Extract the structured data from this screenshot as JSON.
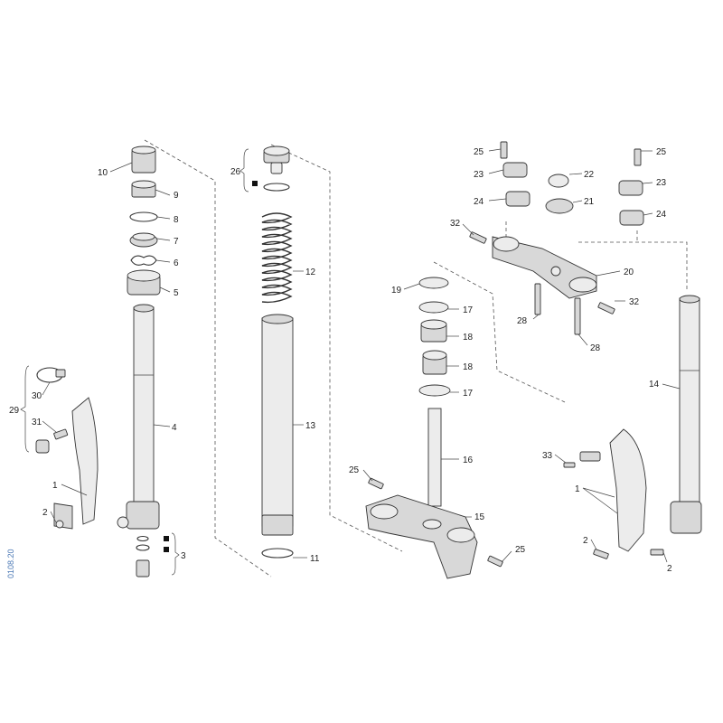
{
  "diagram": {
    "doc_code": "0108.20",
    "callouts": [
      "1",
      "2",
      "3",
      "4",
      "5",
      "6",
      "7",
      "8",
      "9",
      "10",
      "11",
      "12",
      "13",
      "14",
      "15",
      "16",
      "17",
      "18",
      "19",
      "20",
      "21",
      "22",
      "23",
      "24",
      "25",
      "26",
      "28",
      "29",
      "30",
      "31",
      "32",
      "33"
    ]
  }
}
